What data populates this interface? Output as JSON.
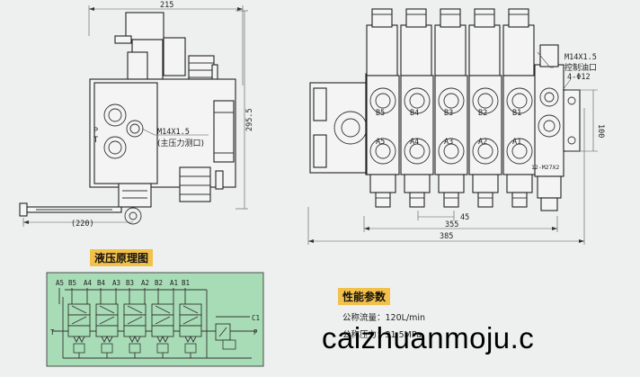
{
  "dims": {
    "width_215": "215",
    "height_295": "295.5",
    "length_220": "(220)",
    "d45": "45",
    "d355": "355",
    "d385": "385",
    "d100": "100",
    "hole": "4-Φ12"
  },
  "callouts": {
    "main_port_thread": "M14X1.5",
    "main_port_name": "(主压力测口)",
    "ctrl_port_thread": "M14X1.5",
    "ctrl_port_name": "控制油口",
    "outlet_thread": "12-M27X2"
  },
  "side_ports": {
    "p": "P",
    "t": "T"
  },
  "ports_b": [
    "B5",
    "B4",
    "B3",
    "B2",
    "B1"
  ],
  "ports_a": [
    "A5",
    "A4",
    "A3",
    "A2",
    "A1"
  ],
  "hydraulic": {
    "title": "液压原理图",
    "top_labels": [
      "A5",
      "B5",
      "A4",
      "B4",
      "A3",
      "B3",
      "A2",
      "B2",
      "A1",
      "B1"
    ],
    "left_label": "T",
    "right_labels": [
      "C1",
      "P"
    ]
  },
  "performance": {
    "title": "性能参数",
    "flow_label": "公称流量：",
    "flow_value": "120L/min",
    "pressure_label": "公称压力：",
    "pressure_value": "31.5MPa"
  },
  "watermark": "caizhuanmoju.c"
}
